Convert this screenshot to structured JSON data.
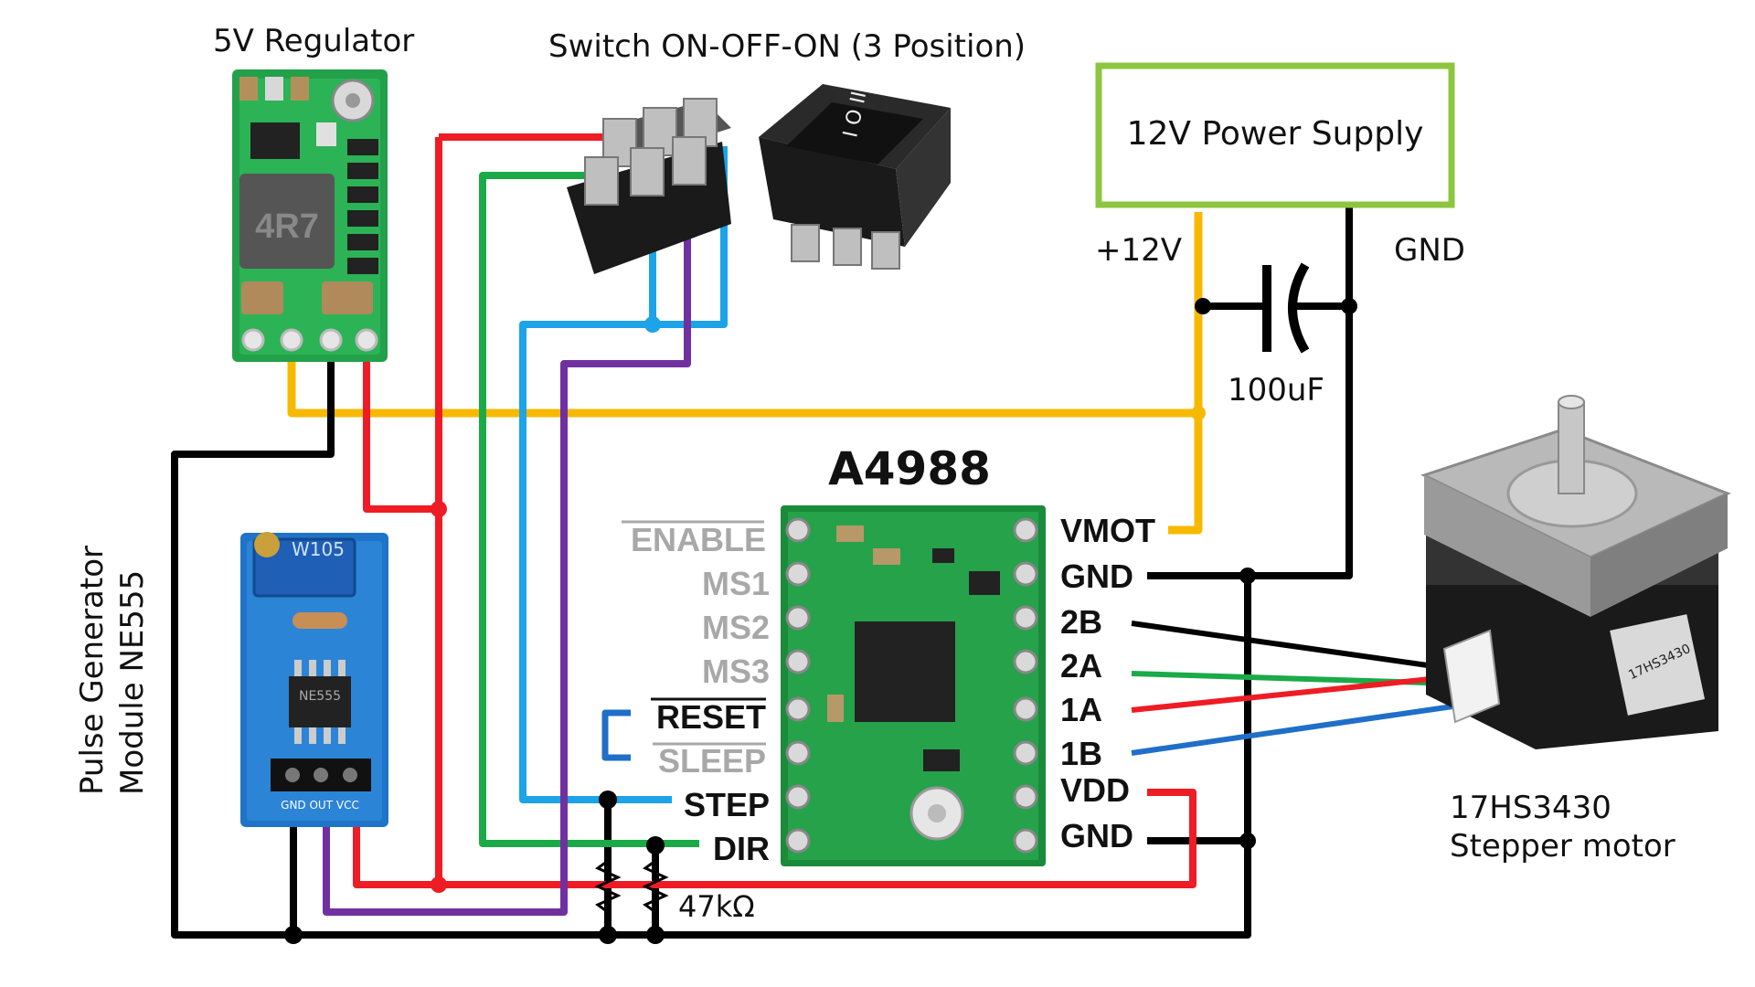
{
  "labels": {
    "regulator": "5V Regulator",
    "switch": "Switch ON-OFF-ON (3 Position)",
    "power_supply": "12V Power Supply",
    "plus12v": "+12V",
    "gnd": "GND",
    "cap_value": "100uF",
    "driver": "A4988",
    "pulse_gen_line1": "Pulse Generator",
    "pulse_gen_line2": "Module NE555",
    "motor_line1": "17HS3430",
    "motor_line2": "Stepper motor",
    "resistor_value": "47kΩ"
  },
  "driver_pins_left": [
    "ENABLE",
    "MS1",
    "MS2",
    "MS3",
    "RESET",
    "SLEEP",
    "STEP",
    "DIR"
  ],
  "driver_pins_right": [
    "VMOT",
    "GND",
    "2B",
    "2A",
    "1A",
    "1B",
    "VDD",
    "GND"
  ],
  "component_markings": {
    "inductor": "4R7",
    "pot": "W105",
    "ic": "NE555",
    "header": "GND OUT VCC",
    "motor_sticker": "17HS3430"
  },
  "wire_colors": {
    "yellow": "#f7b900",
    "red": "#ee1c24",
    "black": "#000000",
    "green": "#1aaa48",
    "blue": "#1ca3e8",
    "purple": "#7030a0",
    "coil_blue": "#1f6fc8",
    "psu_border": "#8cc63f"
  }
}
